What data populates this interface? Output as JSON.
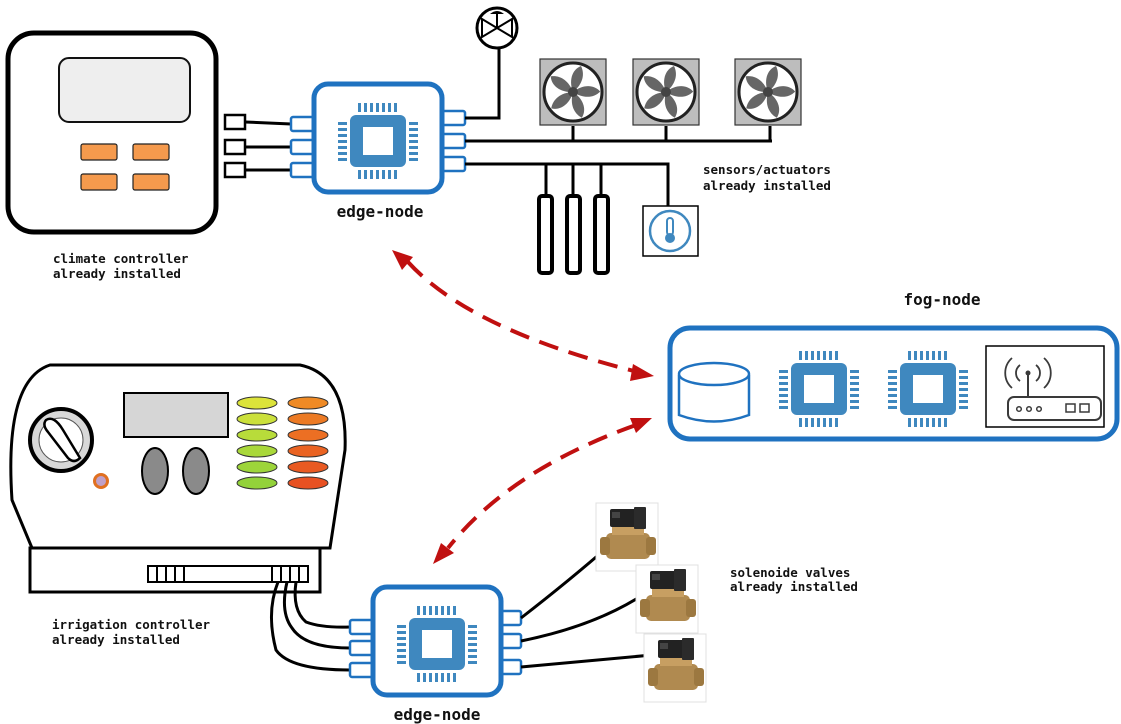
{
  "labels": {
    "climate_controller": [
      "climate controller",
      "already installed"
    ],
    "edge_node_top": "edge-node",
    "sensors_actuators": [
      "sensors/actuators",
      "already installed"
    ],
    "fog_node": "fog-node",
    "irrigation_controller": [
      "irrigation controller",
      "already installed"
    ],
    "edge_node_bottom": "edge-node",
    "solenoide_valves": [
      "solenoide valves",
      "already installed"
    ]
  },
  "colors": {
    "node_blue": "#1f72c0",
    "chip_blue": "#3f88bf",
    "arrow_red": "#c01010",
    "button_orange": "#f59a4d",
    "fan_gray": "#bdbdbd"
  }
}
